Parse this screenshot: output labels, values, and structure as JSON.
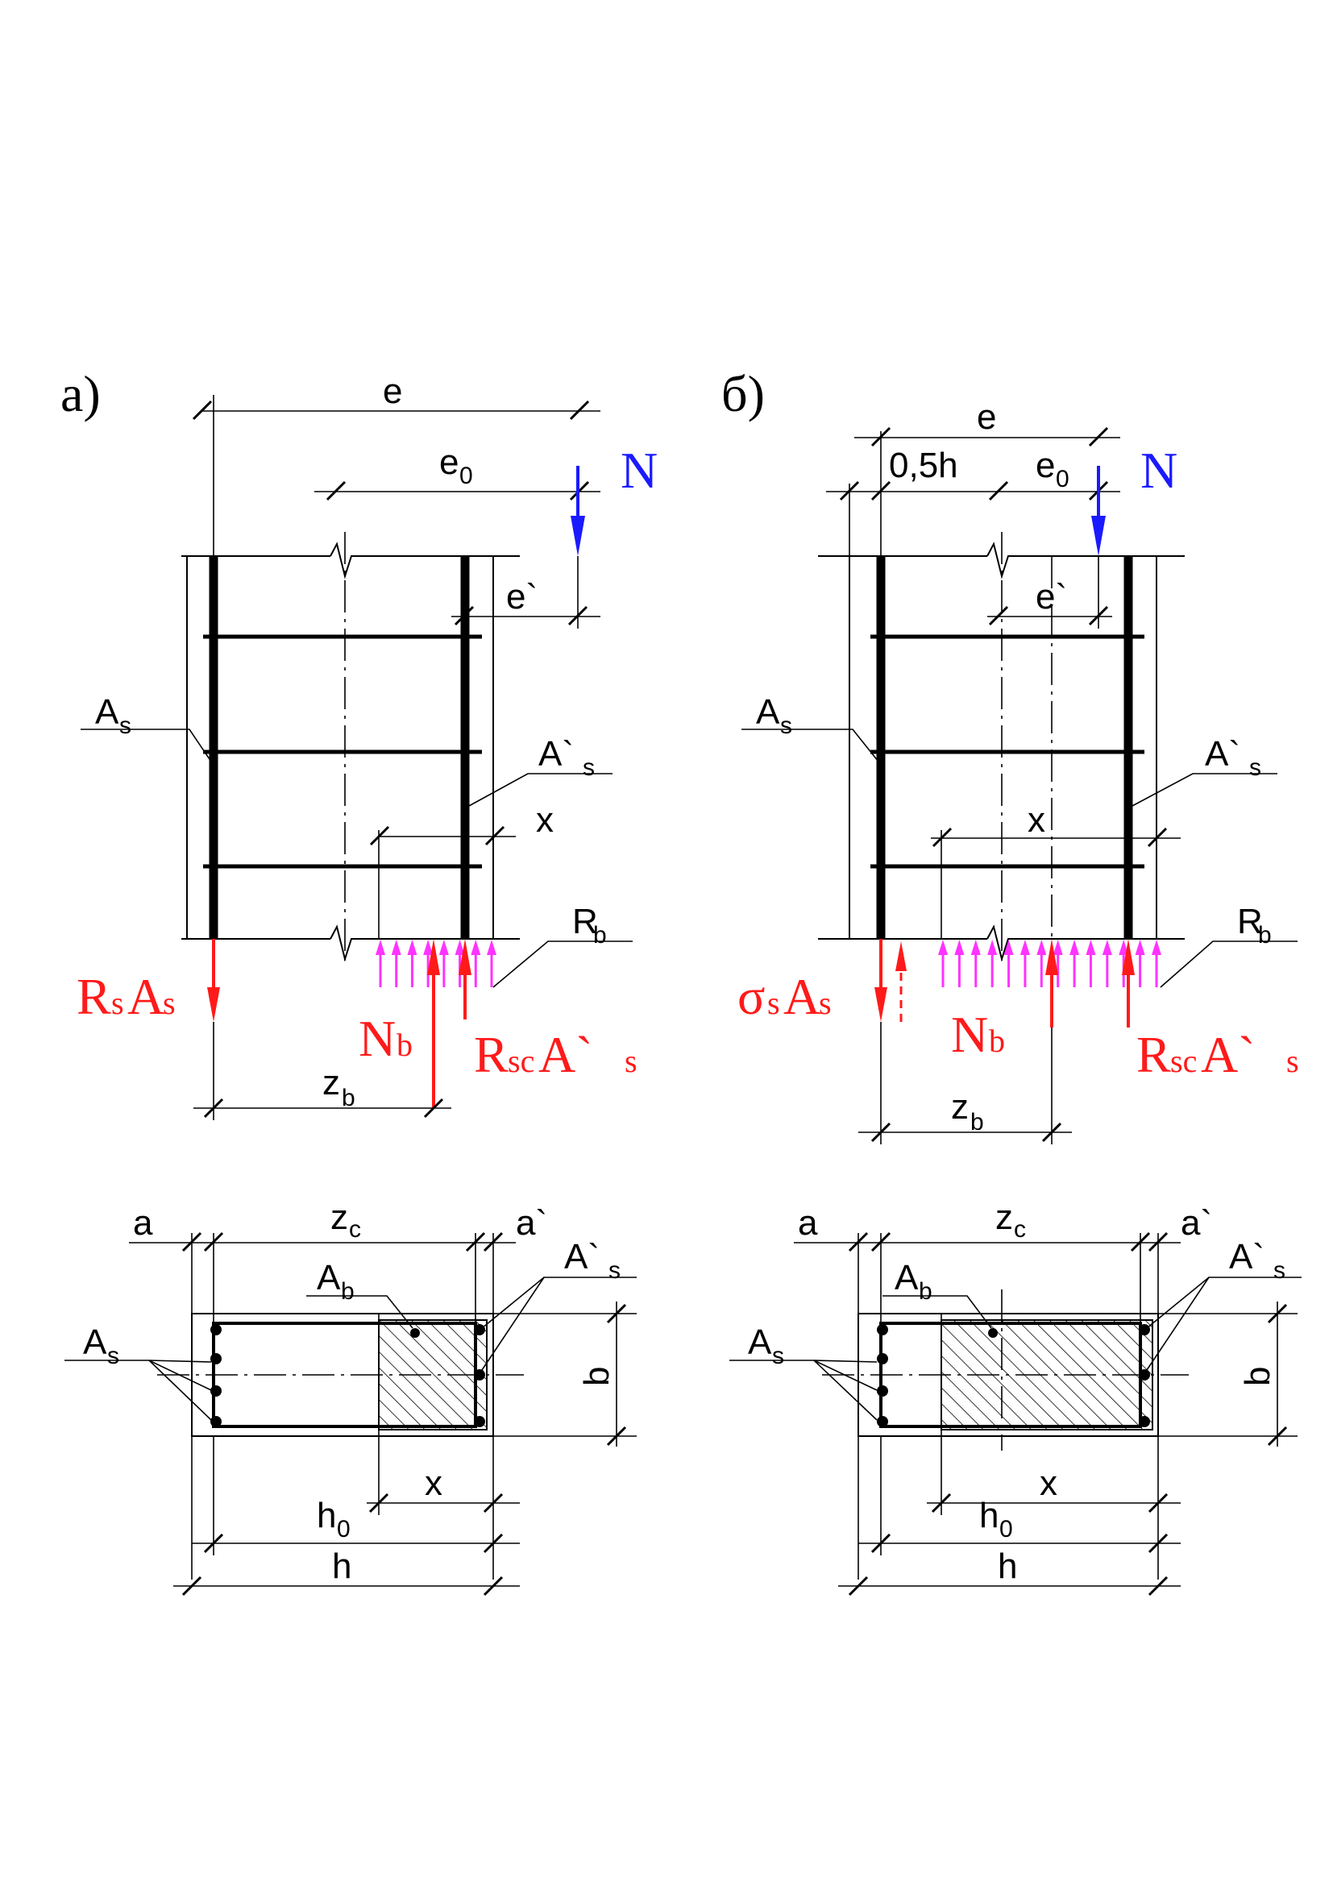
{
  "panels": [
    {
      "panel_label": "а)",
      "e": "e",
      "e0": "e",
      "e0_sub": "0",
      "e_prime": "e`",
      "N": "N",
      "As": "A",
      "As_sub": "s",
      "As_prime": "A`",
      "As_prime_sub": "s",
      "x": "x",
      "Rb": "R",
      "Rb_sub": "b",
      "force_left_main": "R",
      "force_left_sub": "s",
      "force_left_main2": "A",
      "force_left_sub2": "s",
      "Nb": "N",
      "Nb_sub": "b",
      "force_right_main": "R",
      "force_right_sub": "sc",
      "force_right_main2": "A`",
      "force_right_sub2": "s",
      "zb": "z",
      "zb_sub": "b",
      "section": {
        "a": "a",
        "zc": "z",
        "zc_sub": "c",
        "a_prime": "a`",
        "Ab": "A",
        "Ab_sub": "b",
        "As_prime": "A`",
        "As_prime_sub": "s",
        "As": "A",
        "As_sub": "s",
        "b": "b",
        "x": "x",
        "h0": "h",
        "h0_sub": "0",
        "h": "h"
      }
    },
    {
      "panel_label": "б)",
      "e": "e",
      "half_h": "0,5h",
      "e0": "e",
      "e0_sub": "0",
      "e_prime": "e`",
      "N": "N",
      "As": "A",
      "As_sub": "s",
      "As_prime": "A`",
      "As_prime_sub": "s",
      "x": "x",
      "Rb": "R",
      "Rb_sub": "b",
      "force_left_main": "σ",
      "force_left_sub": "s",
      "force_left_main2": "A",
      "force_left_sub2": "s",
      "Nb": "N",
      "Nb_sub": "b",
      "force_right_main": "R",
      "force_right_sub": "sc",
      "force_right_main2": "A`",
      "force_right_sub2": "s",
      "zb": "z",
      "zb_sub": "b",
      "section": {
        "a": "a",
        "zc": "z",
        "zc_sub": "c",
        "a_prime": "a`",
        "Ab": "A",
        "Ab_sub": "b",
        "As_prime": "A`",
        "As_prime_sub": "s",
        "As": "A",
        "As_sub": "s",
        "b": "b",
        "x": "x",
        "h0": "h",
        "h0_sub": "0",
        "h": "h"
      }
    }
  ],
  "colors": {
    "tension_force": "#ff1a1a",
    "axial_load": "#1a1aff",
    "concrete_stress": "#ff33ff"
  }
}
